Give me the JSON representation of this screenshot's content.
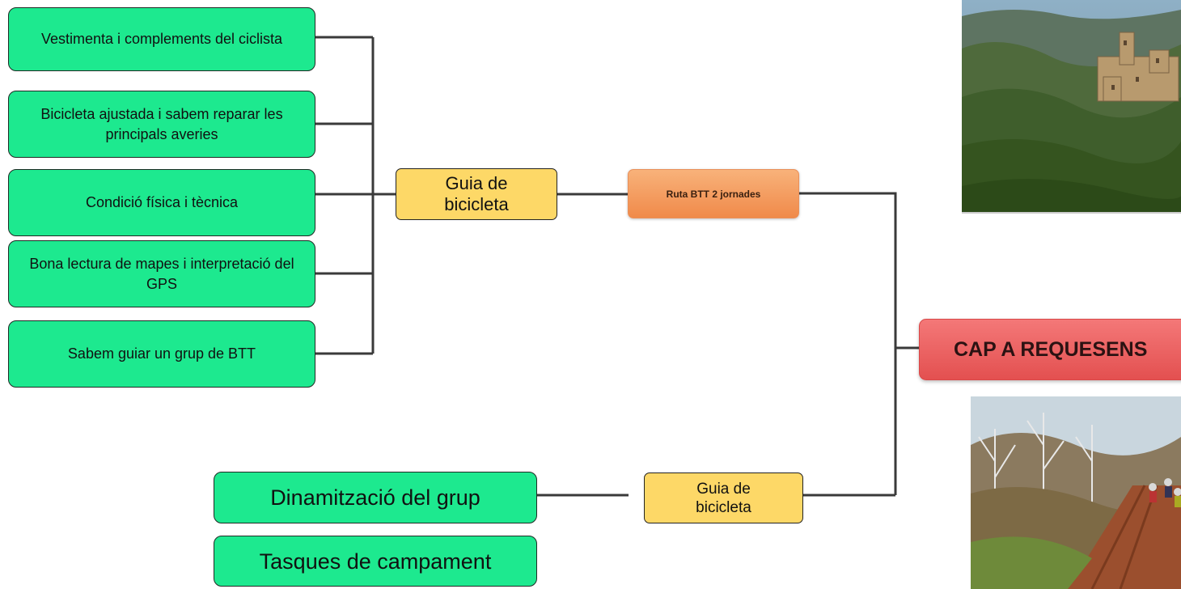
{
  "skills_top": [
    "Vestimenta i complements del ciclista",
    "Bicicleta ajustada i sabem reparar les principals averies",
    "Condició física i tècnica",
    "Bona lectura de mapes i interpretació del GPS",
    "Sabem guiar un grup de BTT"
  ],
  "skills_bottom": [
    "Dinamització del grup",
    "Tasques de campament"
  ],
  "guide_top": "Guia de bicicleta",
  "guide_bottom": "Guia de bicicleta",
  "route": "Ruta BTT 2 jornades",
  "main": "CAP A REQUESENS",
  "colors": {
    "skill_fill": "#1de98f",
    "guide_fill": "#fdd867",
    "route_fill": "#f39a5c",
    "main_fill": "#ea5f5f",
    "connector": "#3a3a3a"
  }
}
